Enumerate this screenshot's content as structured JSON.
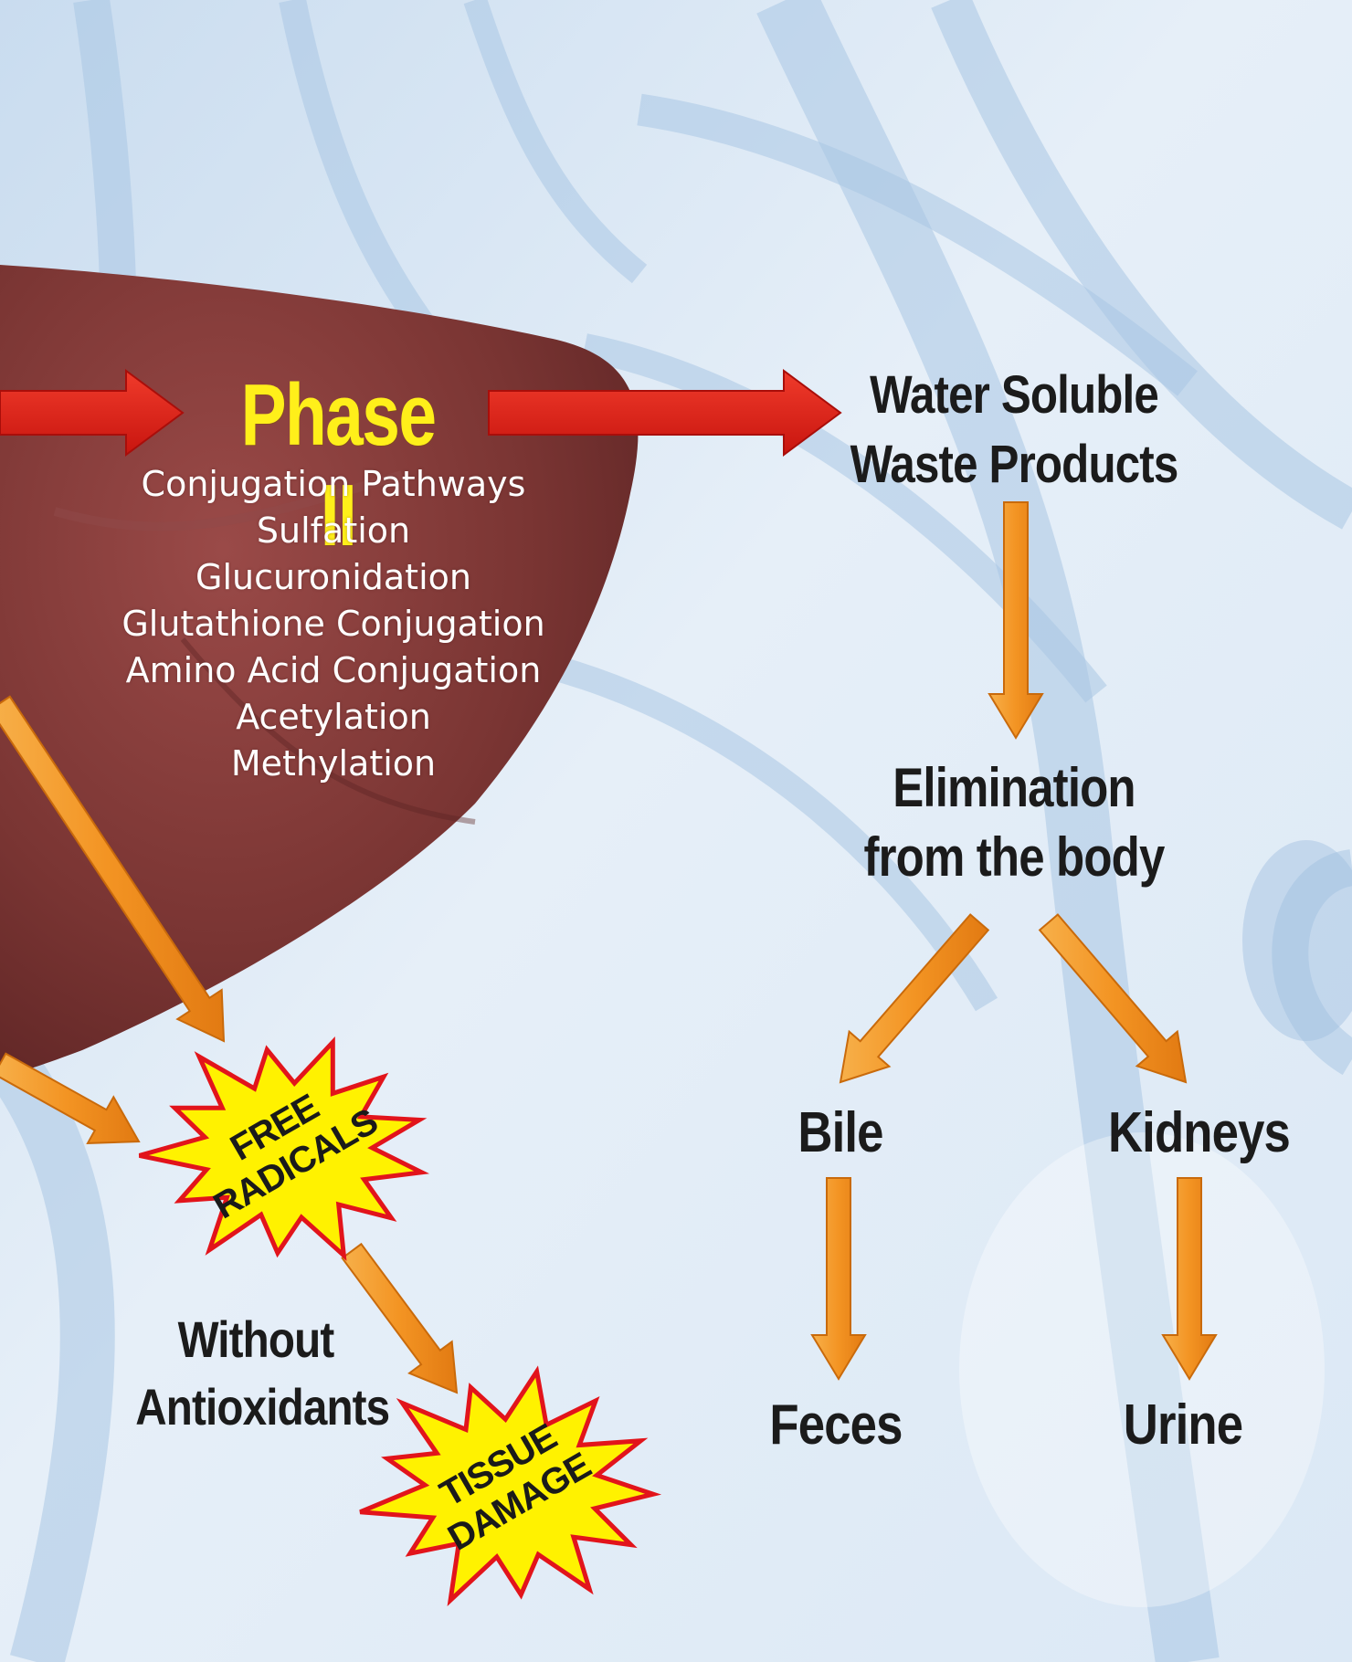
{
  "phase": {
    "title": "Phase II",
    "pathways": [
      "Conjugation Pathways",
      "Sulfation",
      "Glucuronidation",
      "Glutathione Conjugation",
      "Amino Acid Conjugation",
      "Acetylation",
      "Methylation"
    ]
  },
  "nodes": {
    "water_soluble_line1": "Water Soluble",
    "water_soluble_line2": "Waste Products",
    "elimination_line1": "Elimination",
    "elimination_line2": "from the body",
    "bile": "Bile",
    "kidneys": "Kidneys",
    "feces": "Feces",
    "urine": "Urine",
    "without_line1": "Without",
    "without_line2": "Antioxidants"
  },
  "bursts": {
    "free_radicals_line1": "FREE",
    "free_radicals_line2": "RADICALS",
    "tissue_damage_line1": "TISSUE",
    "tissue_damage_line2": "DAMAGE"
  },
  "colors": {
    "red_arrow": "#e8231f",
    "orange_arrow": "#f39a2a",
    "burst_fill": "#fff200",
    "burst_stroke": "#e2141b",
    "liver": "#7c3535",
    "phase_title": "#ffef1a"
  }
}
